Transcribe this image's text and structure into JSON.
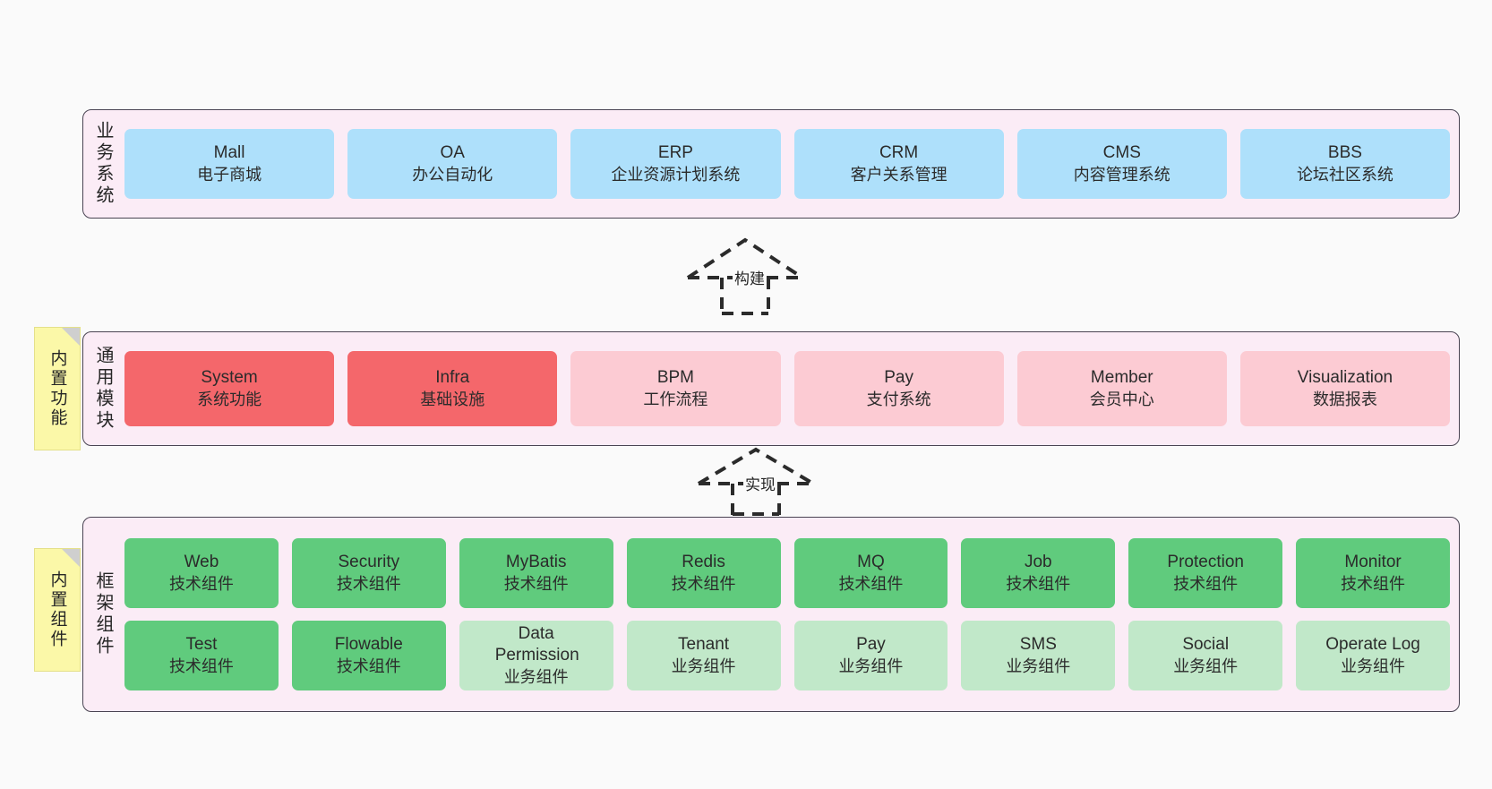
{
  "diagram": {
    "background": "#fafafa",
    "layer_fill": "#fbecf6",
    "layer_border": "#4a4453",
    "note_fill": "#fbf8a8"
  },
  "notes": [
    {
      "name": "builtin-function-note",
      "text": "内置功能"
    },
    {
      "name": "builtin-component-note",
      "text": "内置组件"
    }
  ],
  "connectors": [
    {
      "name": "build-connector",
      "label": "构建"
    },
    {
      "name": "implement-connector",
      "label": "实现"
    }
  ],
  "layers": [
    {
      "id": "business-system",
      "label": "业务系统",
      "color": "#aee0fb",
      "cards": [
        {
          "title": "Mall",
          "subtitle": "电子商城"
        },
        {
          "title": "OA",
          "subtitle": "办公自动化"
        },
        {
          "title": "ERP",
          "subtitle": "企业资源计划系统"
        },
        {
          "title": "CRM",
          "subtitle": "客户关系管理"
        },
        {
          "title": "CMS",
          "subtitle": "内容管理系统"
        },
        {
          "title": "BBS",
          "subtitle": "论坛社区系统"
        }
      ]
    },
    {
      "id": "common-module",
      "label": "通用模块",
      "cards": [
        {
          "title": "System",
          "subtitle": "系统功能",
          "color": "#f4676b"
        },
        {
          "title": "Infra",
          "subtitle": "基础设施",
          "color": "#f4676b"
        },
        {
          "title": "BPM",
          "subtitle": "工作流程",
          "color": "#fccbd3"
        },
        {
          "title": "Pay",
          "subtitle": "支付系统",
          "color": "#fccbd3"
        },
        {
          "title": "Member",
          "subtitle": "会员中心",
          "color": "#fccbd3"
        },
        {
          "title": "Visualization",
          "subtitle": "数据报表",
          "color": "#fccbd3"
        }
      ]
    },
    {
      "id": "framework-component",
      "label": "框架组件",
      "rows": [
        [
          {
            "title": "Web",
            "subtitle": "技术组件",
            "color": "#60cb7d"
          },
          {
            "title": "Security",
            "subtitle": "技术组件",
            "color": "#60cb7d"
          },
          {
            "title": "MyBatis",
            "subtitle": "技术组件",
            "color": "#60cb7d"
          },
          {
            "title": "Redis",
            "subtitle": "技术组件",
            "color": "#60cb7d"
          },
          {
            "title": "MQ",
            "subtitle": "技术组件",
            "color": "#60cb7d"
          },
          {
            "title": "Job",
            "subtitle": "技术组件",
            "color": "#60cb7d"
          },
          {
            "title": "Protection",
            "subtitle": "技术组件",
            "color": "#60cb7d"
          },
          {
            "title": "Monitor",
            "subtitle": "技术组件",
            "color": "#60cb7d"
          }
        ],
        [
          {
            "title": "Test",
            "subtitle": "技术组件",
            "color": "#60cb7d"
          },
          {
            "title": "Flowable",
            "subtitle": "技术组件",
            "color": "#60cb7d"
          },
          {
            "title": "Data Permission",
            "subtitle": "业务组件",
            "color": "#c1e8c9"
          },
          {
            "title": "Tenant",
            "subtitle": "业务组件",
            "color": "#c1e8c9"
          },
          {
            "title": "Pay",
            "subtitle": "业务组件",
            "color": "#c1e8c9"
          },
          {
            "title": "SMS",
            "subtitle": "业务组件",
            "color": "#c1e8c9"
          },
          {
            "title": "Social",
            "subtitle": "业务组件",
            "color": "#c1e8c9"
          },
          {
            "title": "Operate Log",
            "subtitle": "业务组件",
            "color": "#c1e8c9"
          }
        ]
      ]
    }
  ]
}
